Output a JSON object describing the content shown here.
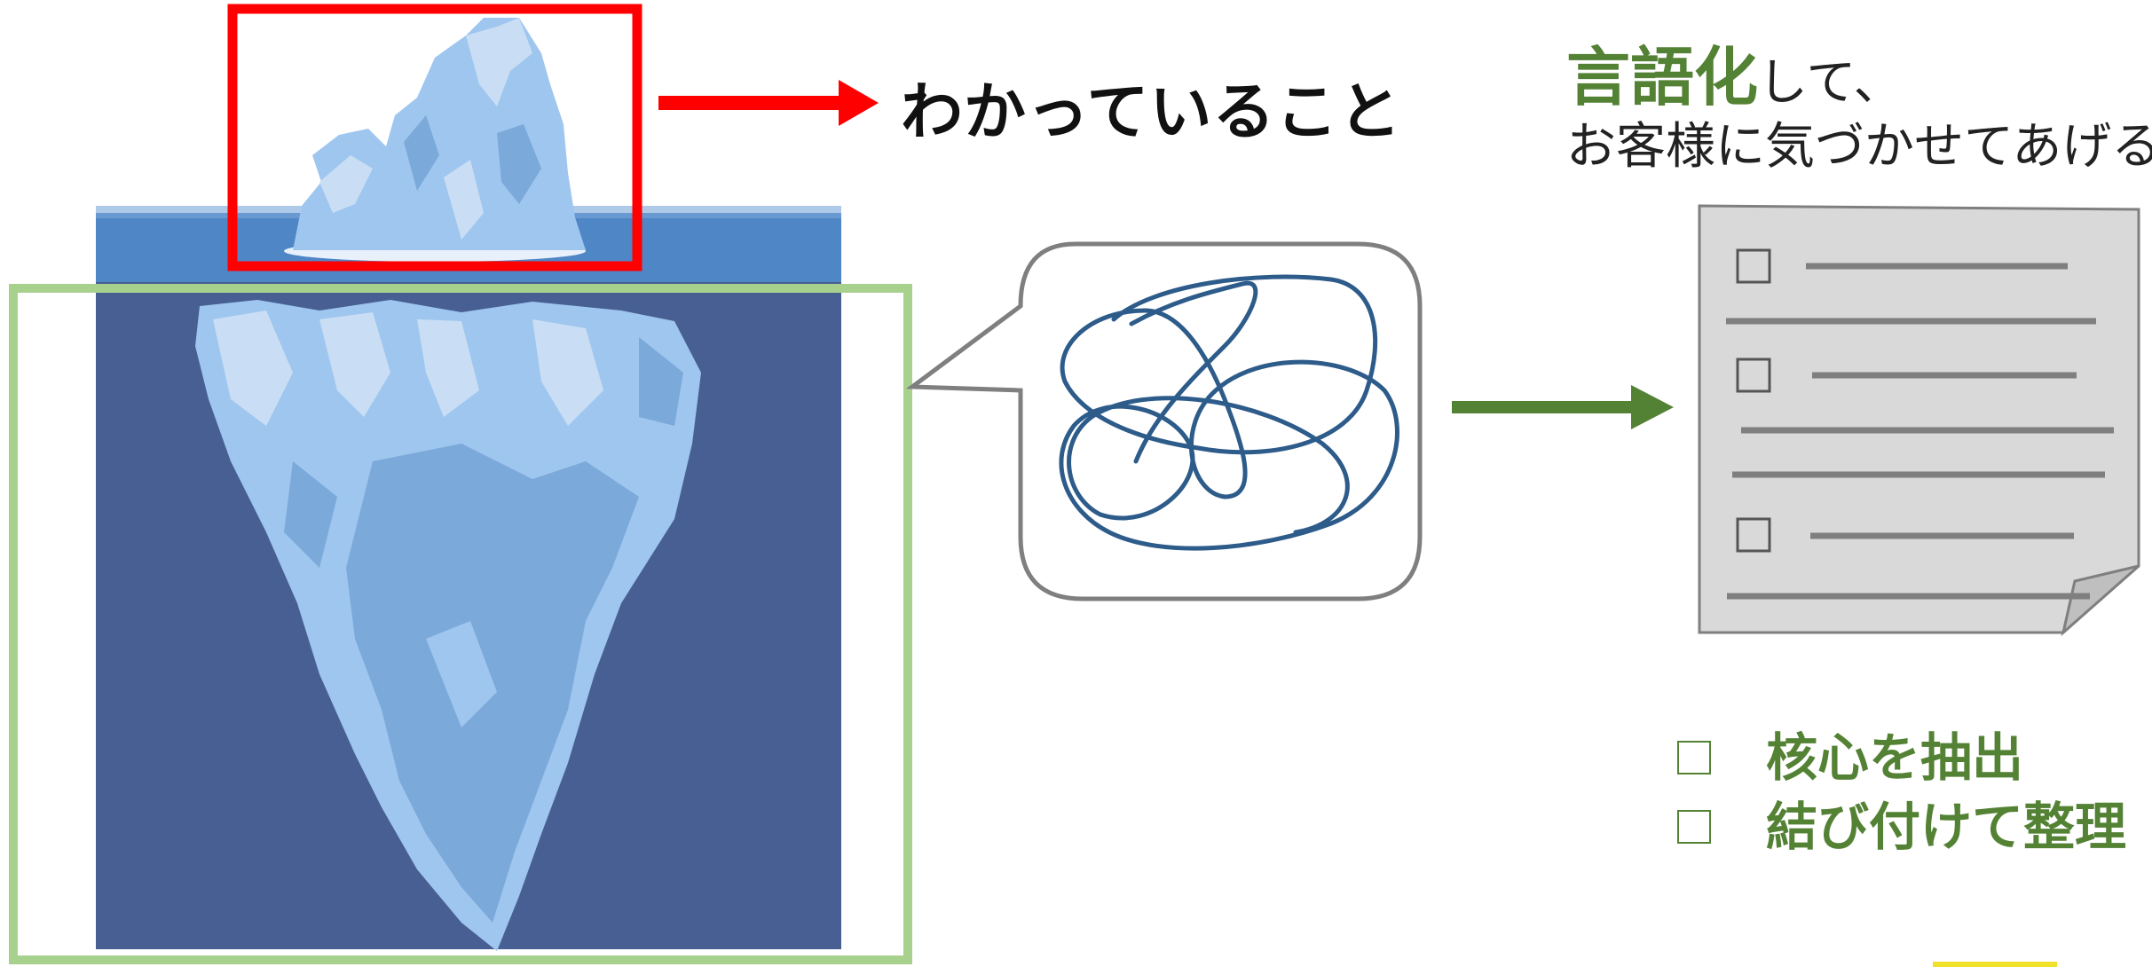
{
  "iceberg": {
    "visible_label": "わかっていること"
  },
  "header": {
    "highlight": "言語化",
    "line1_rest": "して、",
    "line2": "お客様に気づかせてあげる"
  },
  "key_points": [
    {
      "label": "核心を抽出"
    },
    {
      "label": "結び付けて整理"
    }
  ],
  "colors": {
    "tip_frame": "#ff0000",
    "underwater_frame": "#a9d18e",
    "sea_surface": "#4f86c6",
    "deep_water": "#475f93",
    "ice_light": "#9fc6ef",
    "ice_mid": "#7ba9da",
    "ice_pale": "#c9def4",
    "scribble": "#2d5b8a",
    "bubble_border": "#7f7f7f",
    "organize_arrow": "#548235",
    "document_fill": "#d9d9d9",
    "document_lines": "#7f7f7f",
    "accent_text": "#548235"
  },
  "icons": {
    "known_arrow": "arrow-right-icon",
    "organize_arrow": "arrow-right-icon",
    "checkbox": "checkbox-icon",
    "document": "document-icon",
    "thought_bubble": "speech-bubble-icon"
  }
}
